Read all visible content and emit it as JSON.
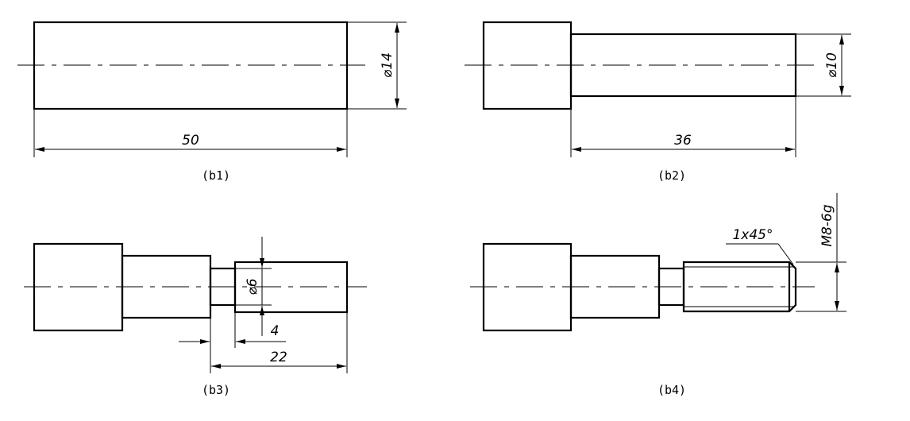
{
  "views": [
    {
      "caption": "(b1)",
      "dims": {
        "diameter": "⌀14",
        "length": "50"
      }
    },
    {
      "caption": "(b2)",
      "dims": {
        "diameter": "⌀10",
        "length": "36"
      }
    },
    {
      "caption": "(b3)",
      "dims": {
        "diameter": "⌀6",
        "groove": "4",
        "length": "22"
      }
    },
    {
      "caption": "(b4)",
      "dims": {
        "chamfer": "1x45°",
        "thread": "M8-6g"
      }
    }
  ]
}
